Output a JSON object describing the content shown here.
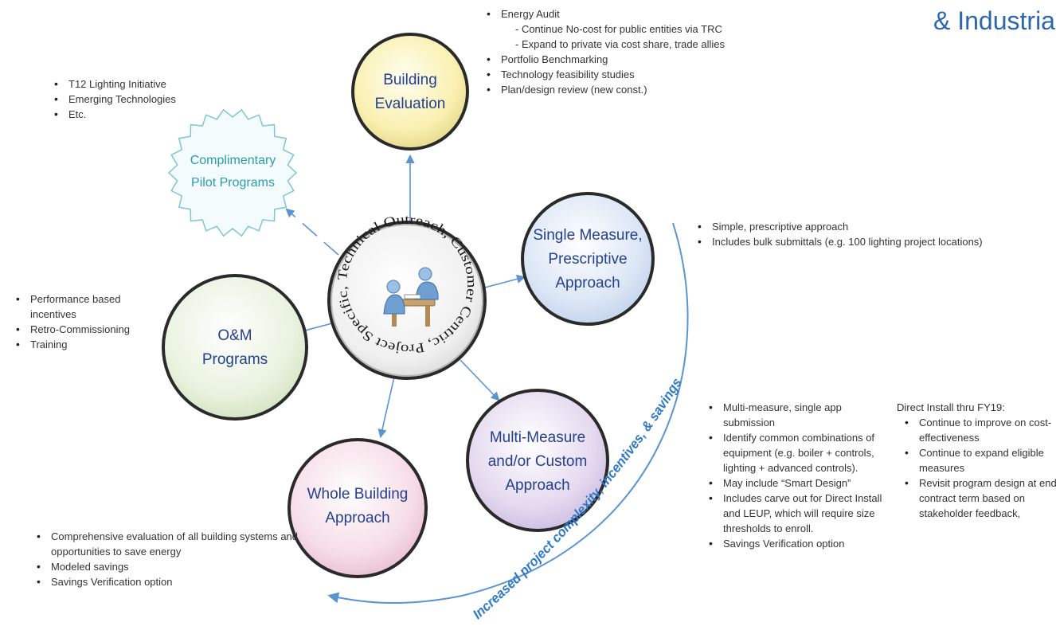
{
  "heading": "& Industria",
  "circles": {
    "building_evaluation": [
      "Building",
      "Evaluation"
    ],
    "pilot_programs": [
      "Complimentary",
      "Pilot Programs"
    ],
    "single_measure": [
      "Single Measure,",
      "Prescriptive",
      "Approach"
    ],
    "om_programs": [
      "O&M",
      "Programs"
    ],
    "multi_measure": [
      "Multi-Measure",
      "and/or Custom",
      "Approach"
    ],
    "whole_building": [
      "Whole Building",
      "Approach"
    ]
  },
  "hub_ring_text": "Technical Outreach, Customer Centric, Project Specific,",
  "arc_label": "Increased project complexity, incentives, & savings",
  "notes": {
    "building_evaluation": {
      "energy_audit": "Energy Audit",
      "sub1": "- Continue No-cost for public entities via TRC",
      "sub2": "- Expand to private via cost share, trade allies",
      "portfolio": "Portfolio Benchmarking",
      "feasibility": "Technology feasibility studies",
      "plan_review": "Plan/design review (new const.)"
    },
    "pilot": [
      "T12 Lighting Initiative",
      "Emerging Technologies",
      "Etc."
    ],
    "single_measure": [
      "Simple, prescriptive approach",
      "Includes bulk submittals (e.g. 100 lighting project locations)"
    ],
    "om": [
      "Performance based incentives",
      "Retro-Commissioning",
      "Training"
    ],
    "multi_measure": [
      "Multi-measure, single app submission",
      "Identify common combinations of equipment (e.g. boiler + controls, lighting + advanced controls).",
      "May include “Smart Design”",
      "Includes carve out for Direct Install and LEUP, which will require size thresholds to enroll.",
      "Savings Verification option"
    ],
    "direct_install_heading": "Direct Install thru FY19:",
    "direct_install": [
      "Continue to improve on cost-effectiveness",
      "Continue to expand eligible measures",
      "Revisit program design at end of contract term based on stakeholder feedback,"
    ],
    "whole_building": [
      "Comprehensive evaluation of all building systems and opportunities to save energy",
      "Modeled savings",
      "Savings Verification option"
    ]
  },
  "colors": {
    "building_evaluation": "#fbf3b6",
    "pilot": "#eaf7f9",
    "single_measure": "#dde8f6",
    "om": "#e9f2df",
    "multi_measure": "#e6dcf0",
    "whole_building": "#f6dde7",
    "hub": "#f2f2f2",
    "arrow": "#5b94d1"
  }
}
